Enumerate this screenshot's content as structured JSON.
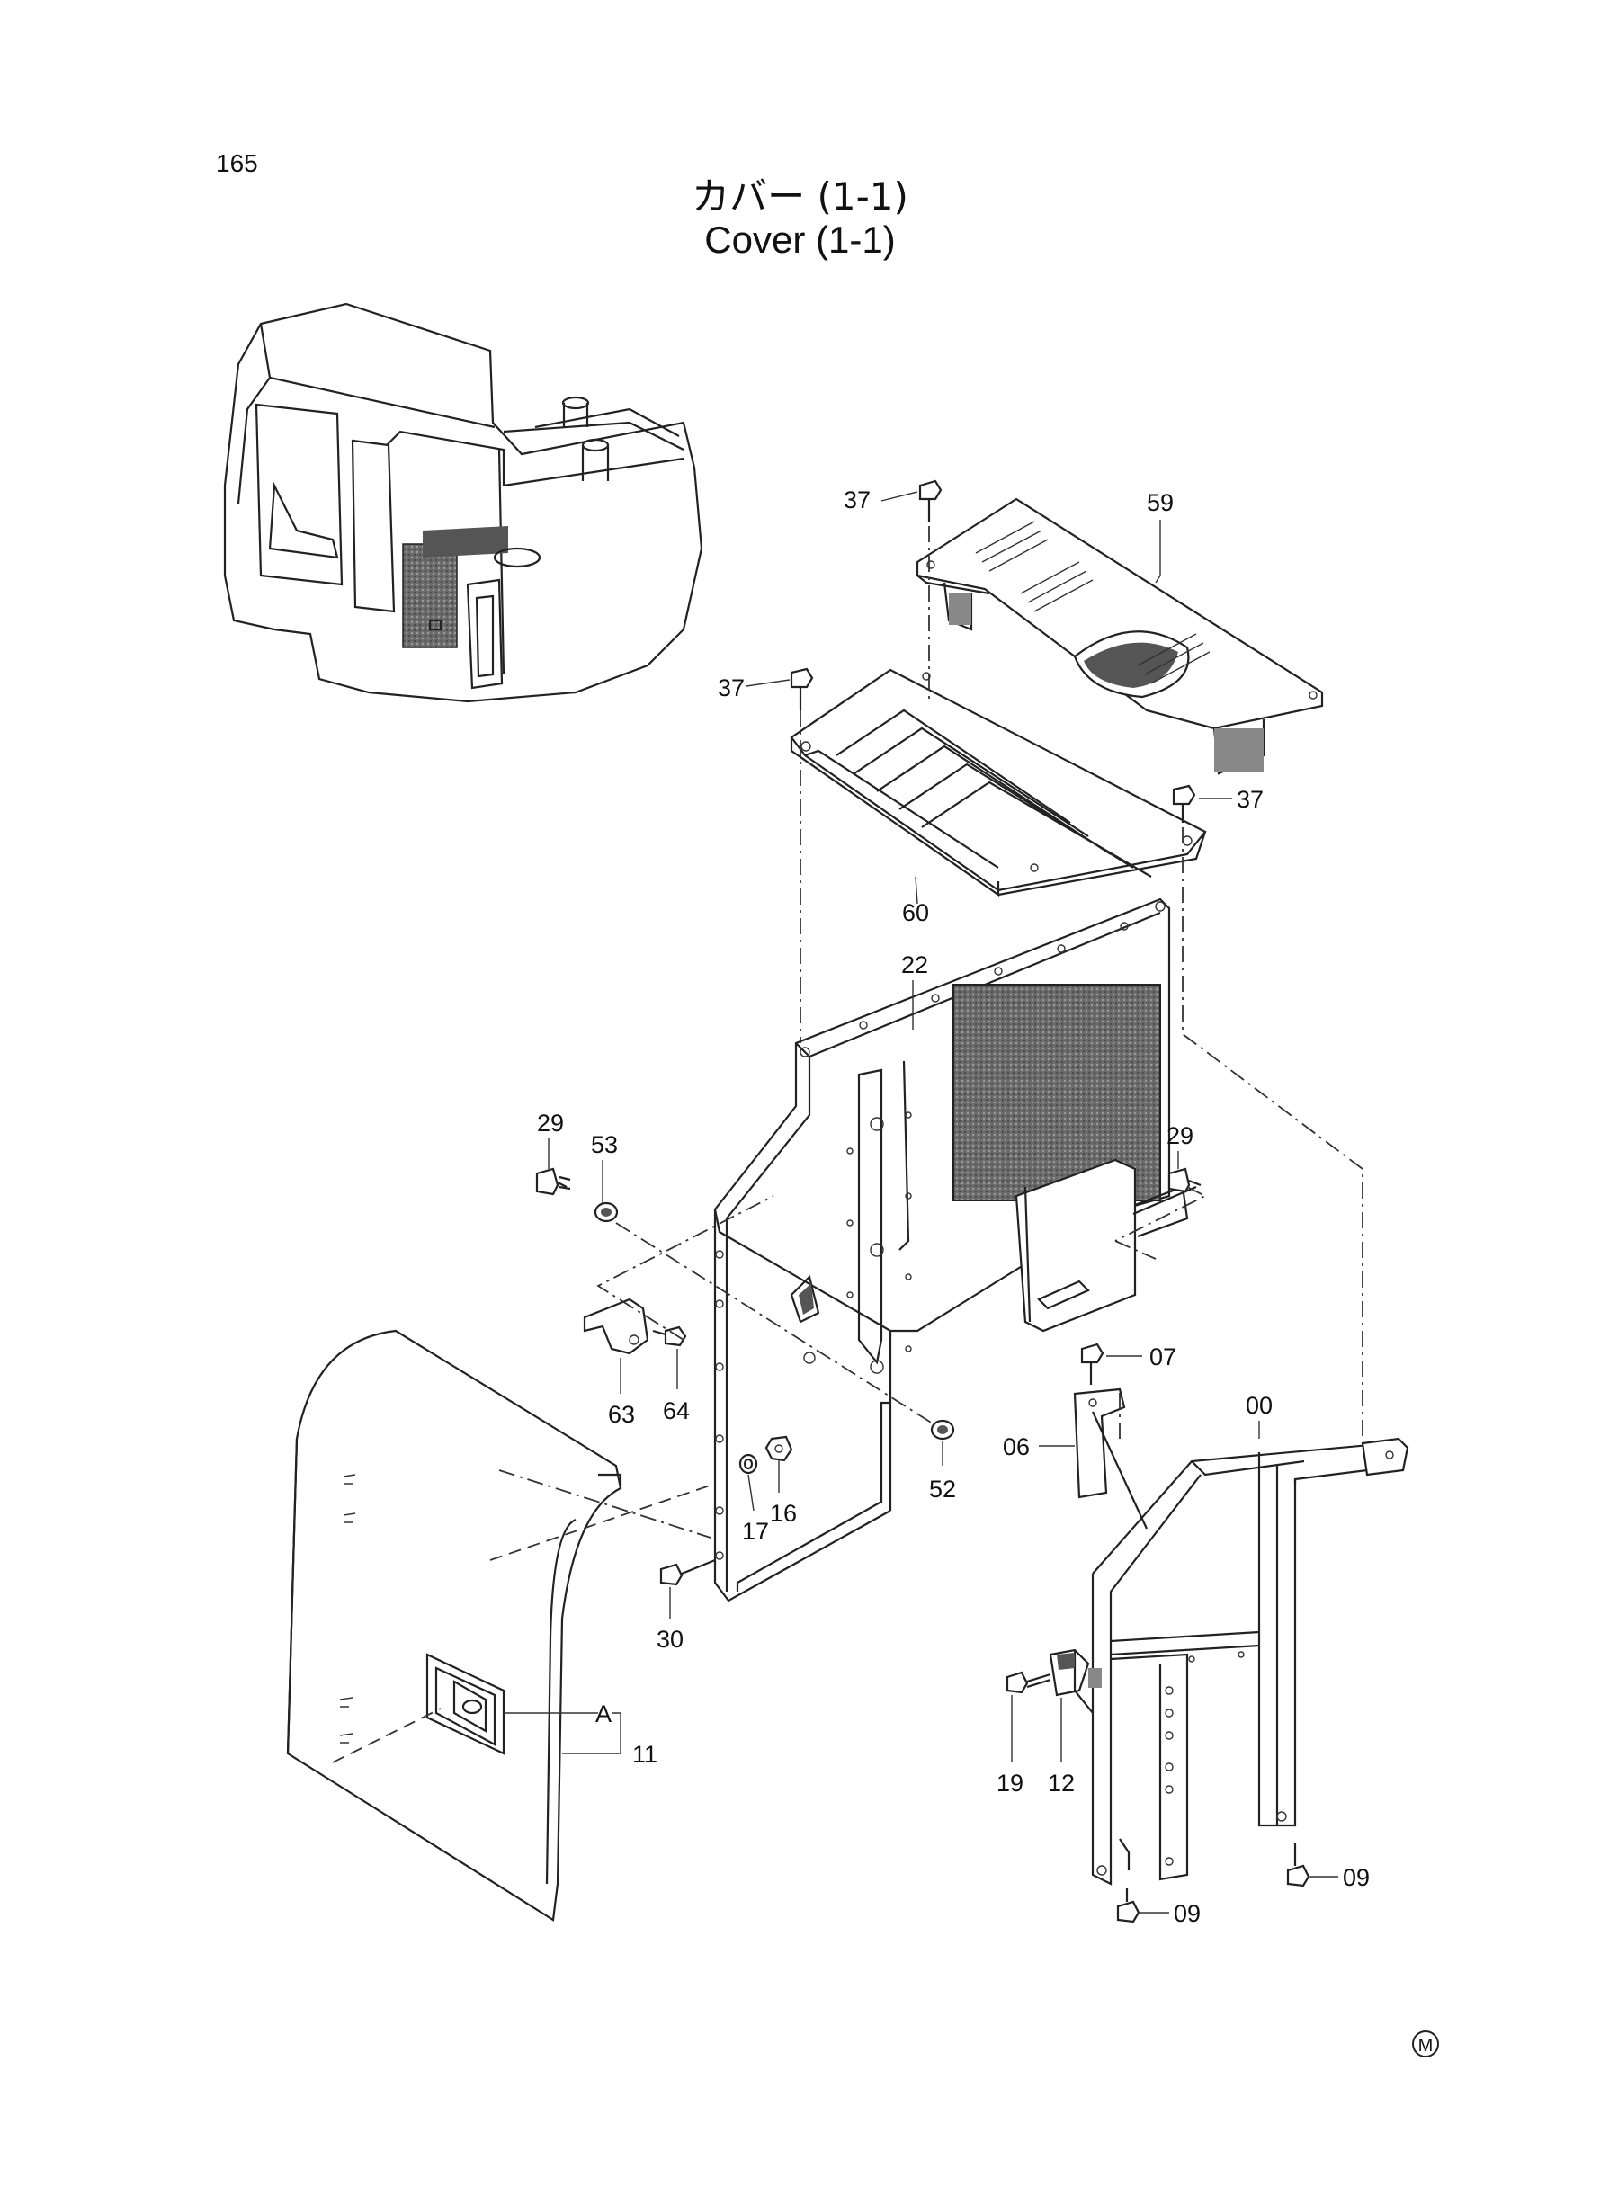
{
  "page_number": "165",
  "title_jp": "カバー (1-1)",
  "title_en": "Cover (1-1)",
  "mark": "M",
  "callouts": {
    "c37a": "37",
    "c59": "59",
    "c37b": "37",
    "c37c": "37",
    "c60": "60",
    "c22": "22",
    "c29a": "29",
    "c53": "53",
    "c29b": "29",
    "c63": "63",
    "c64": "64",
    "c07": "07",
    "c00": "00",
    "c06": "06",
    "c52": "52",
    "c17": "17",
    "c16": "16",
    "c30": "30",
    "cA": "A",
    "c11": "11",
    "c19": "19",
    "c12": "12",
    "c09a": "09",
    "c09b": "09"
  }
}
